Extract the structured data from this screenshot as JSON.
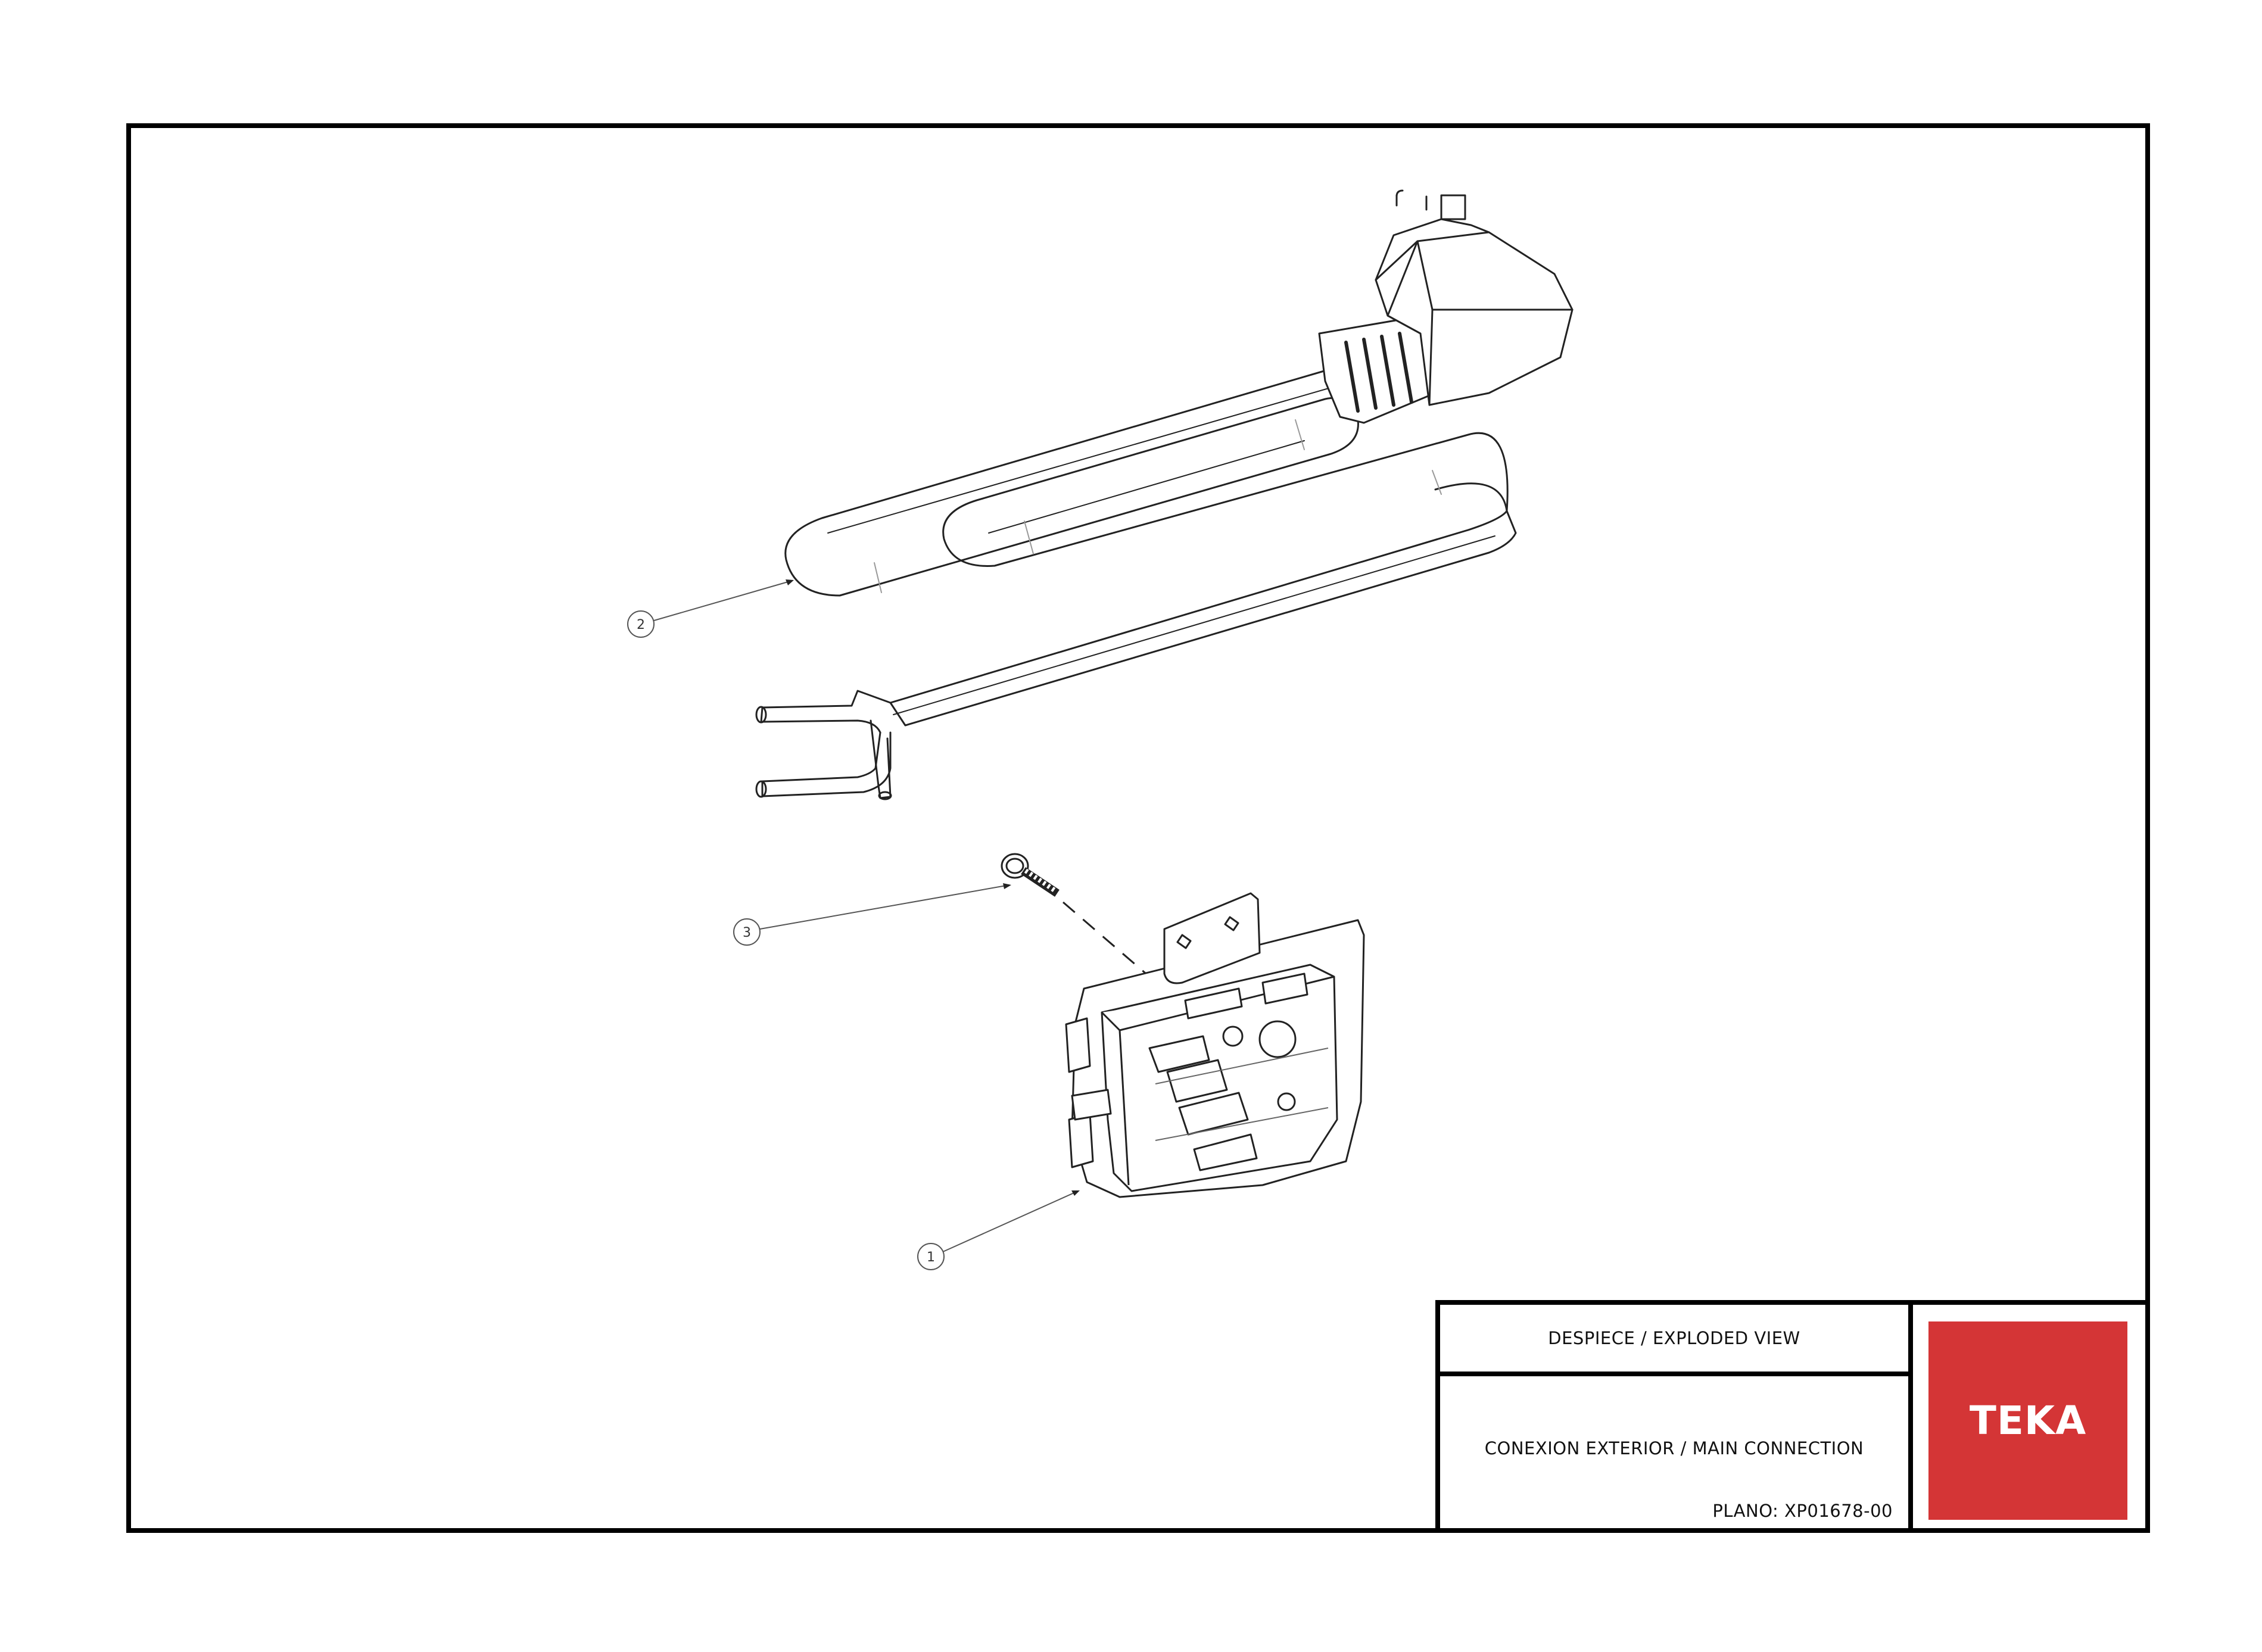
{
  "title_block": {
    "heading": "DESPIECE / EXPLODED VIEW",
    "description": "CONEXION EXTERIOR / MAIN CONNECTION",
    "plan_number": "PLANO: XP01678-00",
    "logo_text": "TEKA",
    "logo_color": "#d43536"
  },
  "callouts": {
    "c1": "1",
    "c2": "2",
    "c3": "3"
  }
}
